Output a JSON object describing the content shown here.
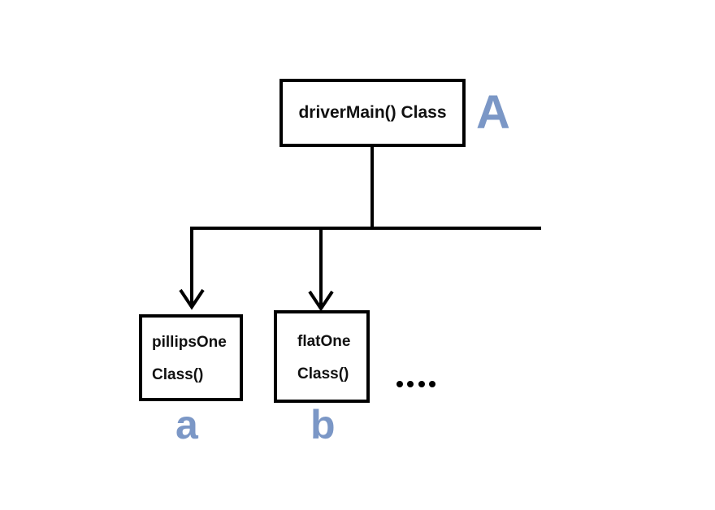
{
  "diagram": {
    "root": {
      "label": "driverMain() Class",
      "tag": "A"
    },
    "children": [
      {
        "name_line": "pillipsOne",
        "call_line": "Class()",
        "tag": "a"
      },
      {
        "name_line": "flatOne",
        "call_line": "Class()",
        "tag": "b"
      }
    ],
    "ellipsis": "....",
    "colors": {
      "tag_blue": "#7b97c6",
      "line_black": "#000000",
      "background": "#ffffff"
    }
  }
}
